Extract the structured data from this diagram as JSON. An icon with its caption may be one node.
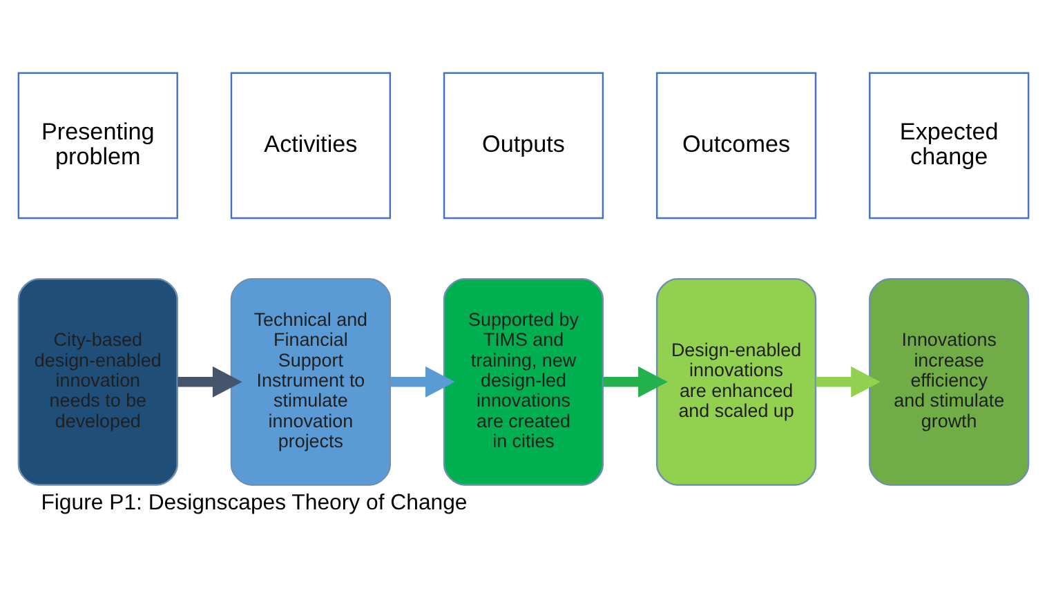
{
  "diagram": {
    "caption": "Figure P1: Designscapes Theory of Change",
    "nodes": [
      {
        "text": [
          "Presenting problem"
        ]
      },
      {
        "text": [
          "Activities"
        ]
      },
      {
        "text": [
          "Outputs"
        ]
      },
      {
        "text": [
          "Outcomes"
        ]
      },
      {
        "text": [
          "Expected change"
        ]
      },
      {
        "text": [
          "City-based design-enabled innovation needs to be developed"
        ]
      },
      {
        "text": [
          "Technical and Financial Support Instrument to stimulate innovation projects"
        ]
      },
      {
        "text": [
          "Supported by TIMS and training, new design-led innovations are created in cities"
        ]
      },
      {
        "text": [
          "Design-enabled innovations are enhanced and scaled up"
        ]
      },
      {
        "text": [
          "Innovations increase efficiency and stimulate growth"
        ]
      }
    ],
    "edges": [
      {
        "from": 5,
        "to": 6,
        "arrow": "to",
        "color": "#44546a"
      },
      {
        "from": 6,
        "to": 7,
        "arrow": "to",
        "color": "#5b9bd5"
      },
      {
        "from": 7,
        "to": 8,
        "arrow": "to",
        "color": "#22b14c"
      },
      {
        "from": 8,
        "to": 9,
        "arrow": "to",
        "color": "#92d050"
      }
    ]
  }
}
